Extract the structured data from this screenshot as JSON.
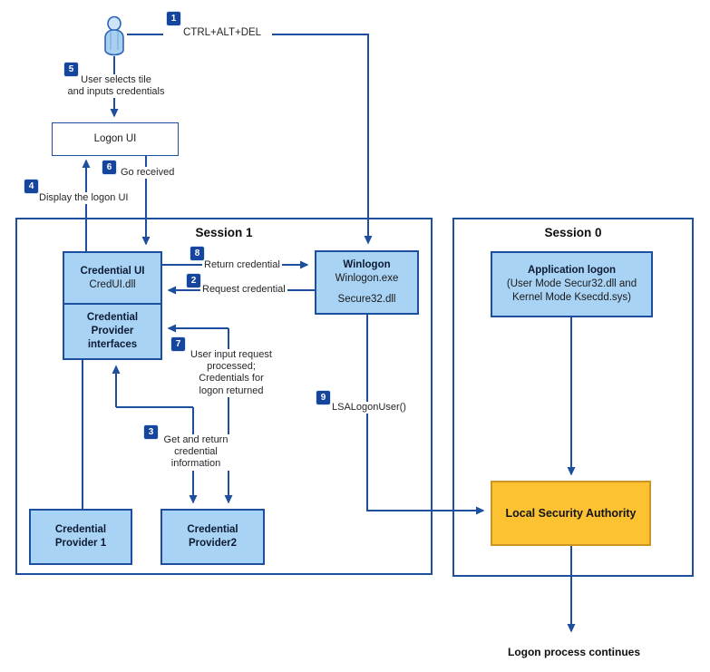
{
  "sessions": {
    "s1": "Session 1",
    "s0": "Session 0"
  },
  "nodes": {
    "logon_ui": {
      "title": "Logon UI"
    },
    "credential_ui": {
      "title": "Credential UI",
      "subtitle": "CredUI.dll"
    },
    "cp_interfaces": {
      "line1": "Credential",
      "line2": "Provider",
      "line3": "interfaces"
    },
    "winlogon": {
      "title": "Winlogon",
      "subtitle": "Winlogon.exe",
      "subtitle2": "Secure32.dll"
    },
    "app_logon": {
      "title": "Application logon",
      "sub1": "(User Mode Secur32.dll and",
      "sub2": "Kernel Mode Ksecdd.sys)"
    },
    "cp1": {
      "line1": "Credential",
      "line2": "Provider 1"
    },
    "cp2": {
      "line1": "Credential",
      "line2": "Provider2"
    },
    "lsa": {
      "title": "Local Security Authority"
    }
  },
  "labels": {
    "ctrl_alt_del": "CTRL+ALT+DEL",
    "user_selects": [
      "User selects tile",
      "and inputs credentials"
    ],
    "go_received": "Go received",
    "display_logon": "Display the logon UI",
    "return_credential": "Return credential",
    "request_credential": "Request credential",
    "user_input": [
      "User input request",
      "processed;",
      "Credentials for",
      "logon returned"
    ],
    "get_return": [
      "Get and return",
      "credential",
      "information"
    ],
    "lsa_logon_user": "LSALogonUser()",
    "logon_continues": "Logon process continues"
  },
  "badges": {
    "n1": "1",
    "n2": "2",
    "n3": "3",
    "n4": "4",
    "n5": "5",
    "n6": "6",
    "n7": "7",
    "n8": "8",
    "n9": "9"
  },
  "icons": {
    "user": "user-person-icon"
  },
  "colors": {
    "line": "#1d4f9e",
    "node_fill": "#a9d3f4",
    "node_border": "#1d4f9e",
    "badge_bg": "#15459c",
    "lsa_fill": "#fdc232",
    "lsa_border": "#cf9422"
  }
}
